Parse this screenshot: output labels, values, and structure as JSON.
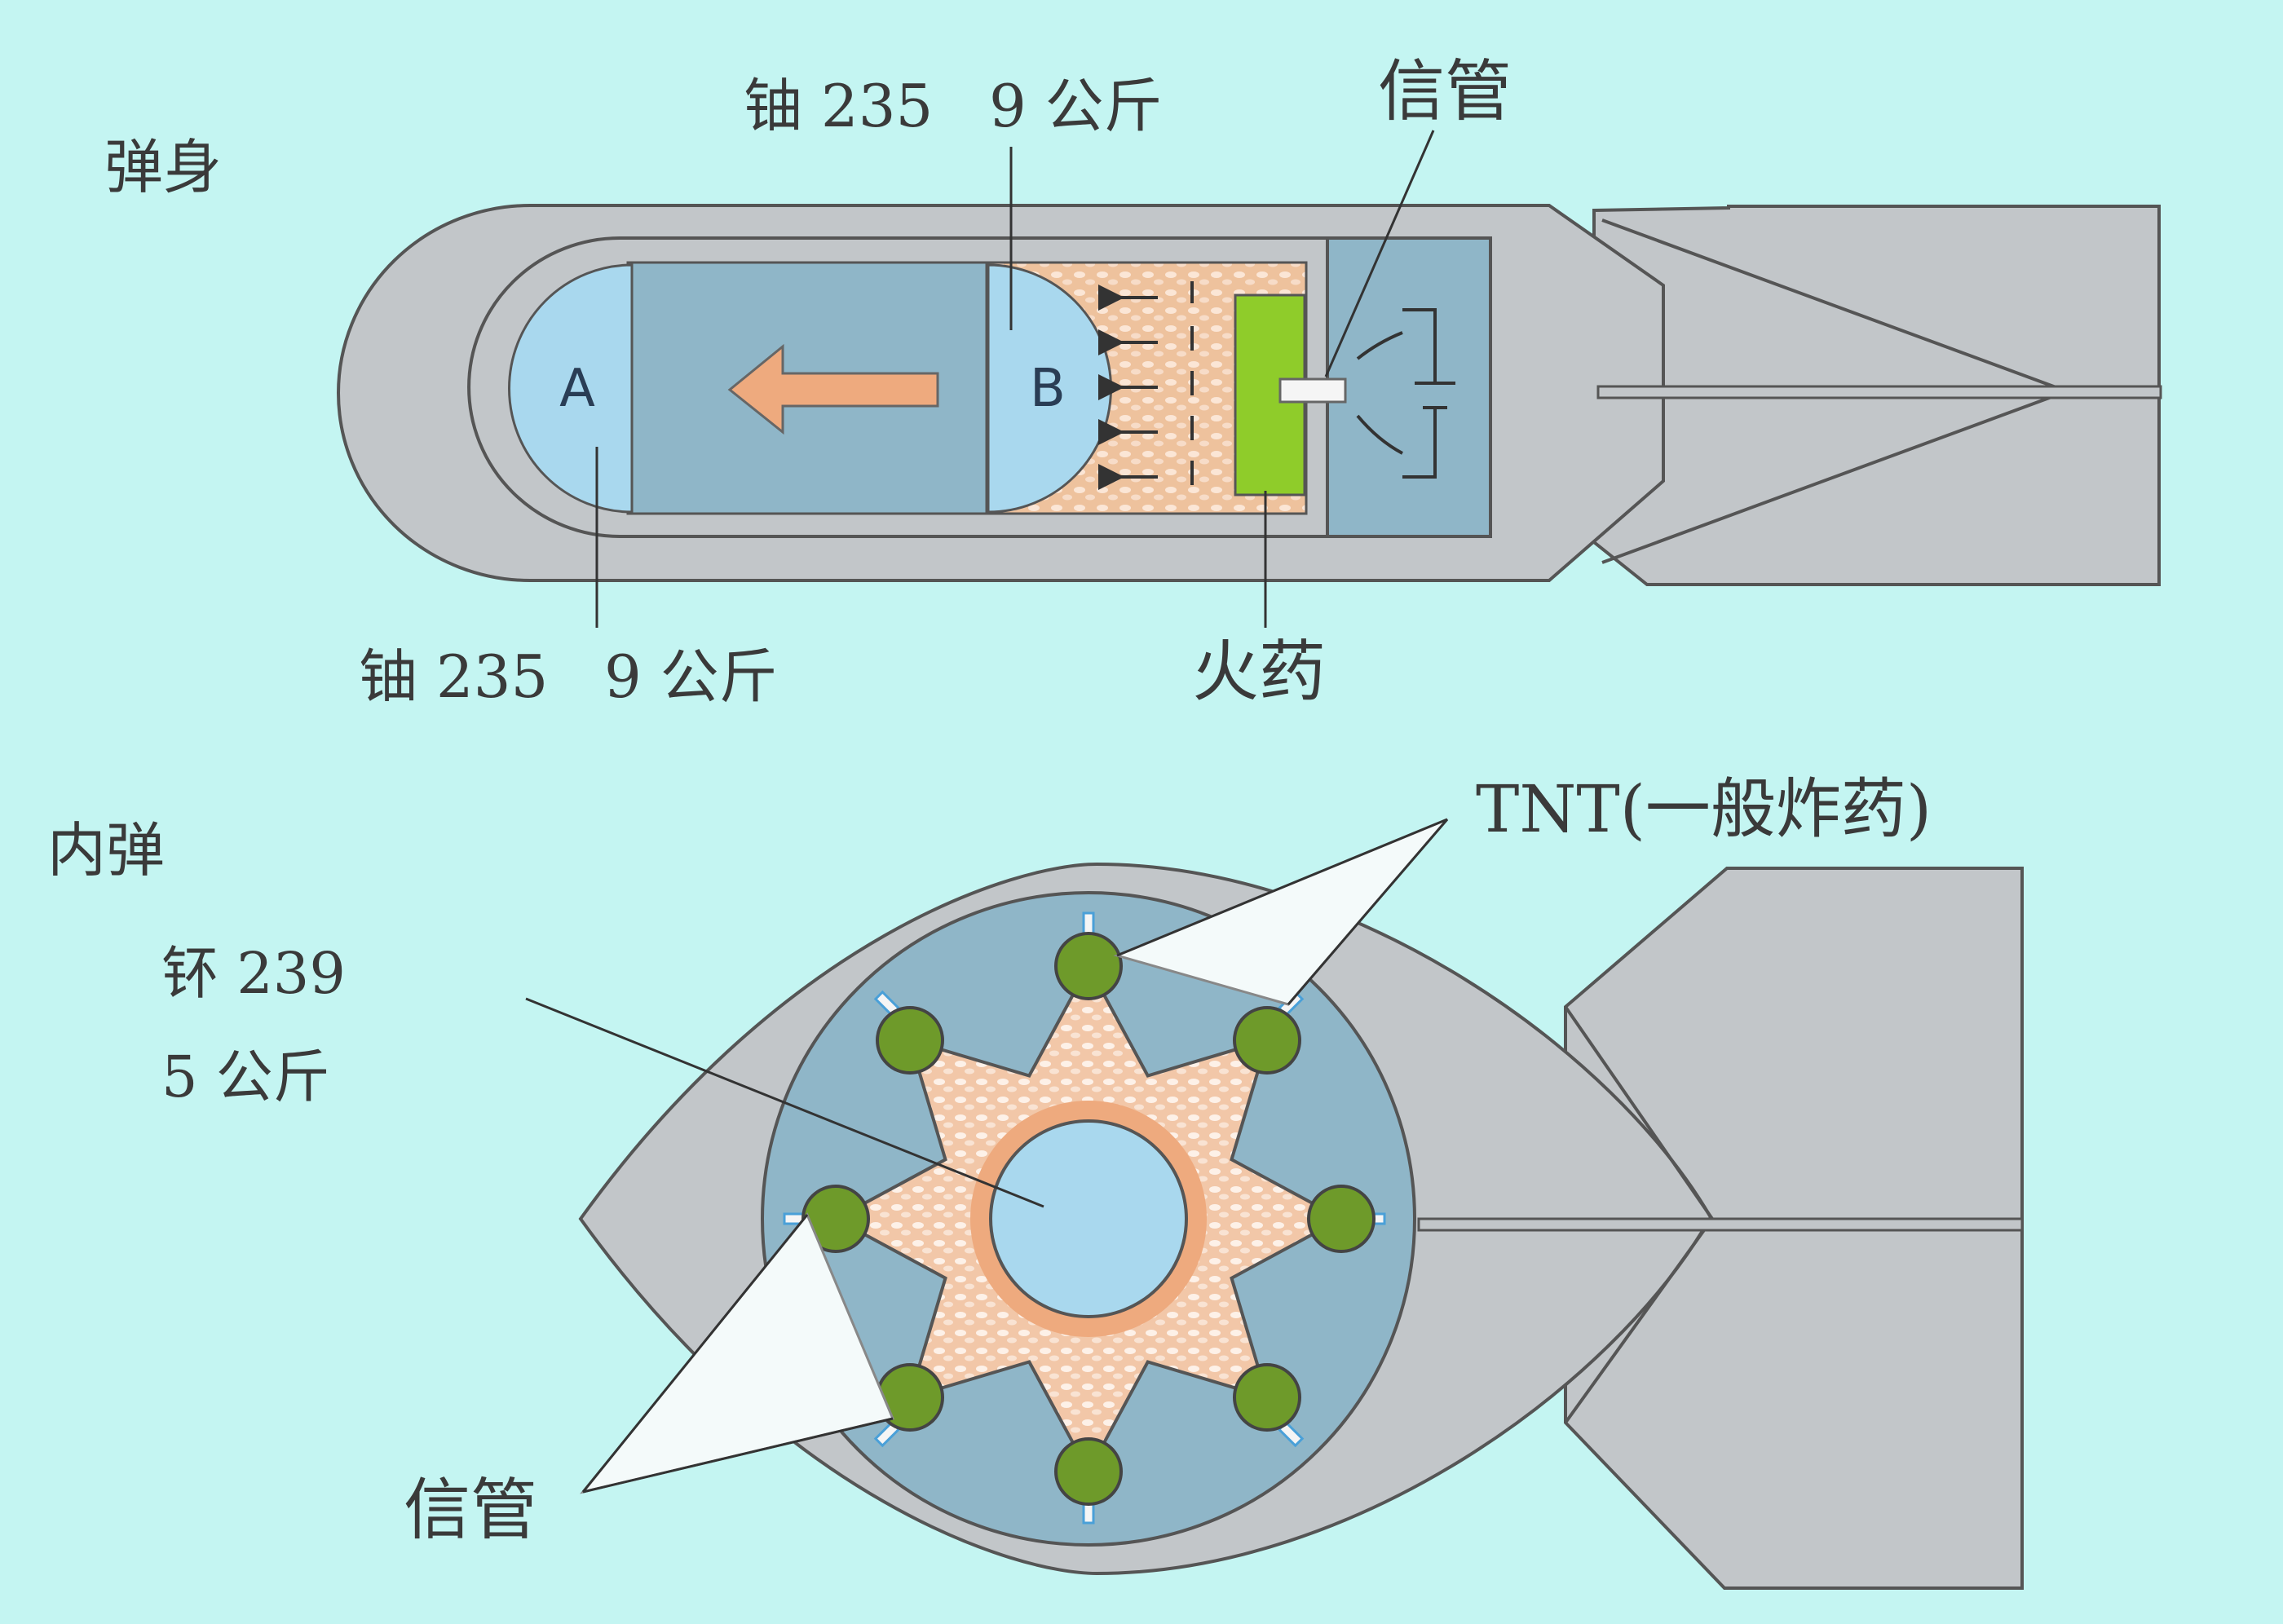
{
  "labels": {
    "gun_type": "弹身",
    "u235_b_top": "铀 235   9 公斤",
    "fuze_top": "信管",
    "u235_a_bottom": "铀 235   9 公斤",
    "gunpowder": "火药",
    "implosion_type": "内弹",
    "plutonium": "钚 239",
    "plutonium_mass": "5 公斤",
    "tnt": "TNT(一般炸药)",
    "fuze_bottom": "信管",
    "block_a": "A",
    "block_b": "B"
  },
  "colors": {
    "background": "#c4f5f2",
    "casing": "#c2c6c9",
    "chamber": "#8fb6c8",
    "fissile": "#a9d8ee",
    "gunpowder_bg": "#eec29d",
    "explosive_orange": "#eeaa7e",
    "igniter_green": "#8fcc2a",
    "detonator_green": "#6e9a2a"
  }
}
